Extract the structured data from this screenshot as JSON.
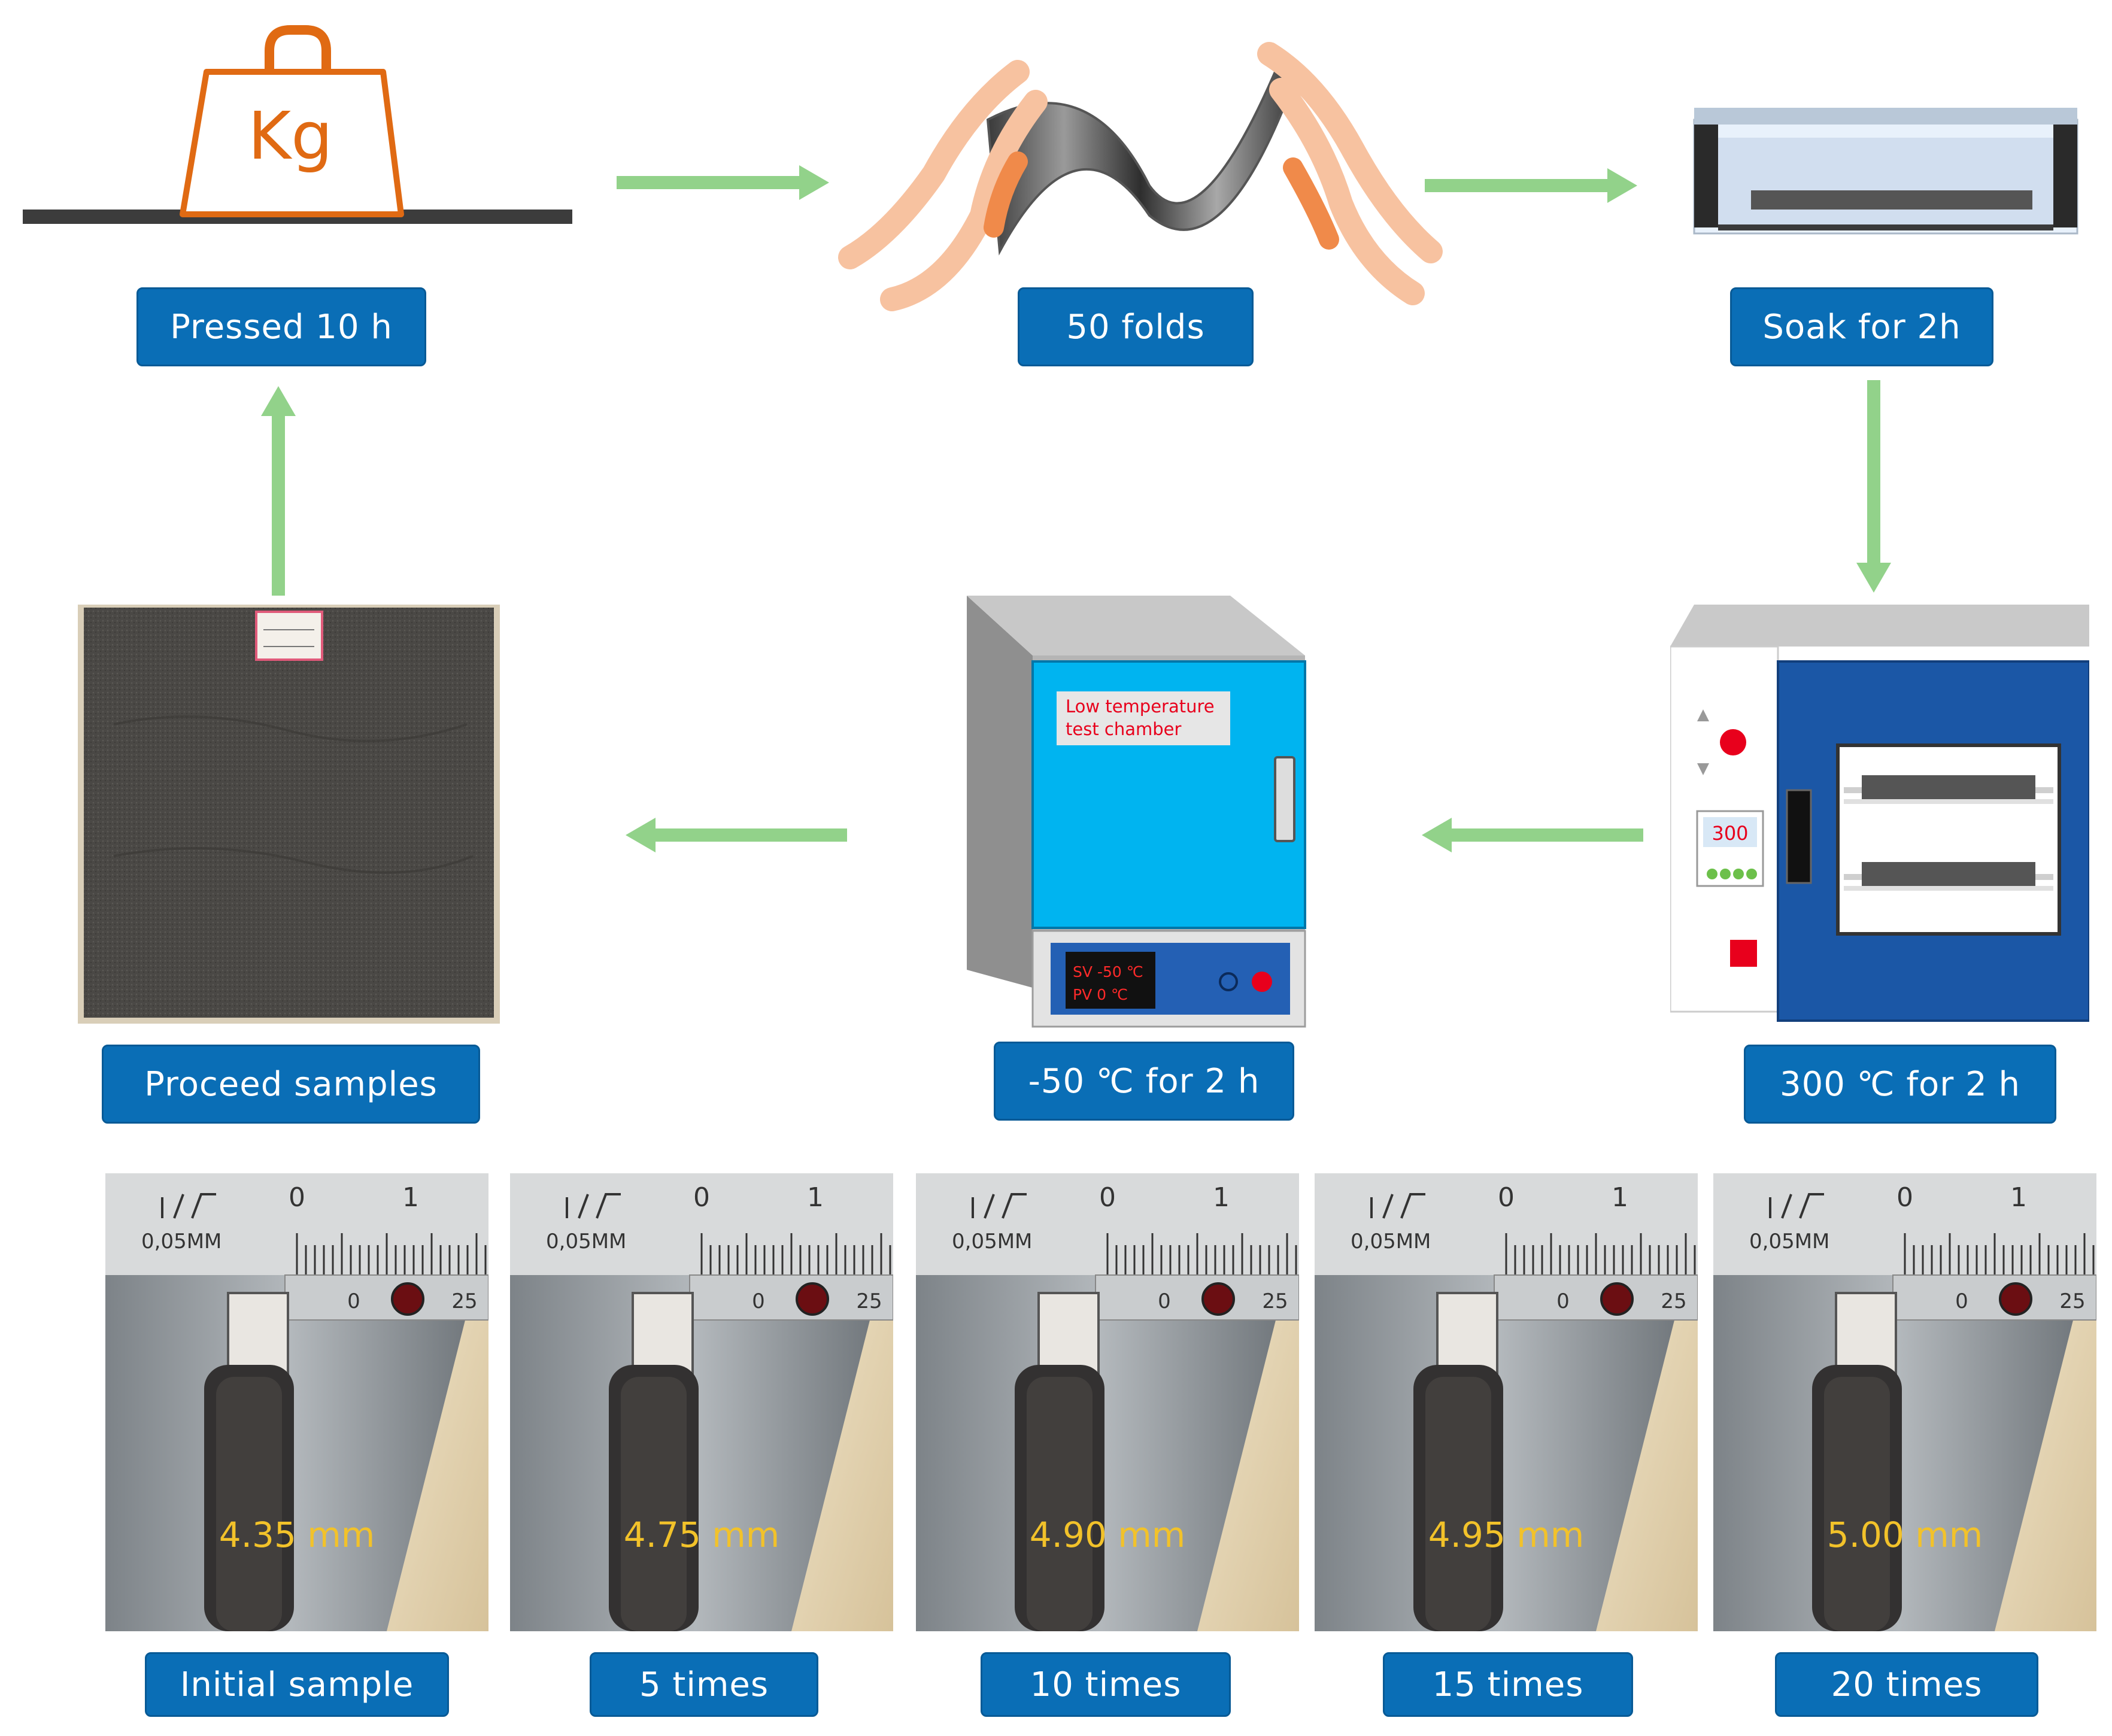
{
  "colors": {
    "label_bg": "#0a6eb6",
    "arrow": "#92d28a",
    "weight": "#e06a13",
    "measure_text": "#f2c22a",
    "chamber_blue": "#00b4f0",
    "oven_blue": "#1b57a6"
  },
  "steps": {
    "pressed": "Pressed 10 h",
    "folds": "50 folds",
    "soak": "Soak for 2h",
    "proceed": "Proceed samples",
    "cold": "-50 ℃ for 2 h",
    "heat": "300 ℃ for 2 h"
  },
  "weight_icon": {
    "text": "Kg"
  },
  "chamber": {
    "sign_line1": "Low temperature",
    "sign_line2": "test chamber",
    "sv": "SV  -50 ℃",
    "pv": "PV  0   ℃"
  },
  "oven": {
    "display": "300"
  },
  "caliper": {
    "scale_label": "0,05MM",
    "main_0": "0",
    "main_1": "1",
    "vernier_0": "0",
    "vernier_25": "25"
  },
  "measurements": [
    {
      "value": "4.35 mm",
      "label": "Initial sample"
    },
    {
      "value": "4.75 mm",
      "label": "5 times"
    },
    {
      "value": "4.90 mm",
      "label": "10 times"
    },
    {
      "value": "4.95 mm",
      "label": "15 times"
    },
    {
      "value": "5.00 mm",
      "label": "20 times"
    }
  ]
}
